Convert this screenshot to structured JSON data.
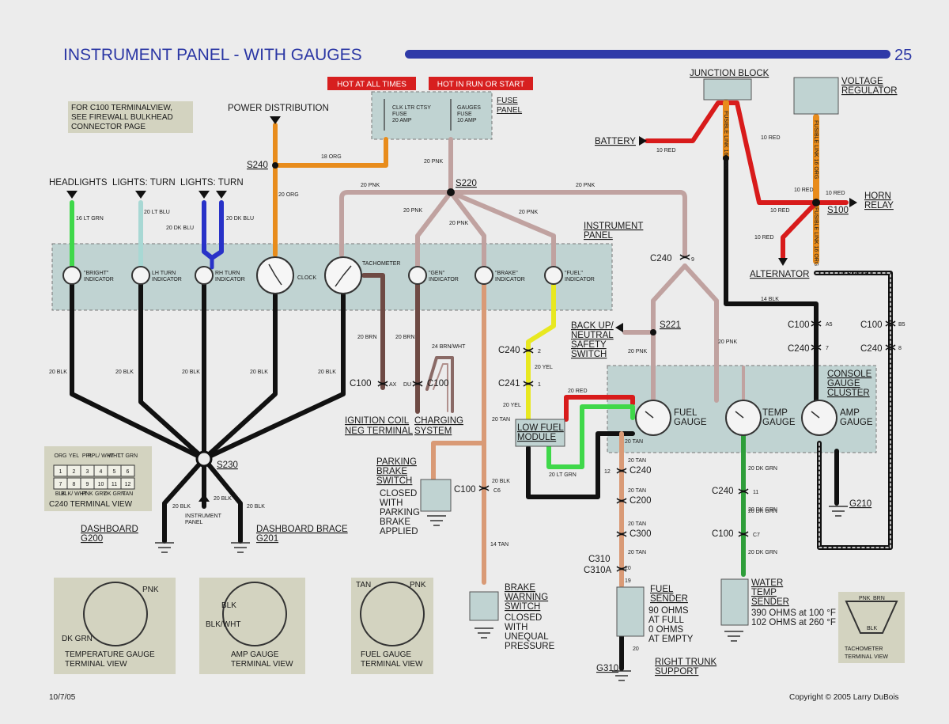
{
  "title": "INSTRUMENT PANEL -  WITH GAUGES",
  "page_number": "25",
  "date": "10/7/05",
  "copyright": "Copyright © 2005 Larry DuBois",
  "banners": {
    "hot_all": "HOT AT ALL TIMES",
    "hot_run": "HOT IN RUN OR START"
  },
  "note": [
    "FOR C100 TERMINALVIEW,",
    "SEE FIREWALL BULKHEAD",
    "CONNECTOR PAGE"
  ],
  "fuse": {
    "label": [
      "FUSE",
      "PANEL"
    ],
    "left": [
      "CLK LTR CTSY",
      "FUSE",
      "20 AMP"
    ],
    "right": [
      "GAUGES",
      "FUSE",
      "10 AMP"
    ]
  },
  "labels": {
    "power_distribution": "POWER DISTRIBUTION",
    "junction_block": "JUNCTION BLOCK",
    "voltage_regulator": [
      "VOLTAGE",
      "REGULATOR"
    ],
    "battery": "BATTERY",
    "horn_relay": [
      "HORN",
      "RELAY"
    ],
    "alternator": "ALTERNATOR",
    "headlights": "HEADLIGHTS",
    "lights_turn_1": "LIGHTS: TURN",
    "lights_turn_2": "LIGHTS: TURN",
    "instrument_panel": [
      "INSTRUMENT",
      "PANEL"
    ],
    "backup_switch": [
      "BACK UP/",
      "NEUTRAL",
      "SAFETY",
      "SWITCH"
    ],
    "console_cluster": [
      "CONSOLE",
      "GAUGE",
      "CLUSTER"
    ],
    "ignition_coil": [
      "IGNITION COIL",
      "NEG TERMINAL"
    ],
    "charging_system": [
      "CHARGING",
      "SYSTEM"
    ],
    "low_fuel_module": [
      "LOW FUEL",
      "MODULE"
    ],
    "parking_brake": [
      "PARKING",
      "BRAKE",
      "SWITCH"
    ],
    "parking_brake_note": [
      "CLOSED",
      "WITH",
      "PARKING",
      "BRAKE",
      "APPLIED"
    ],
    "brake_warning": [
      "BRAKE",
      "WARNING",
      "SWITCH"
    ],
    "brake_warning_note": [
      "CLOSED",
      "WITH",
      "UNEQUAL",
      "PRESSURE"
    ],
    "fuel_sender": [
      "FUEL",
      "SENDER"
    ],
    "fuel_sender_note": [
      "90 OHMS",
      "AT FULL",
      "0 OHMS",
      "AT EMPTY"
    ],
    "water_temp": [
      "WATER",
      "TEMP",
      "SENDER"
    ],
    "water_temp_note": [
      "390 OHMS at 100 °F",
      "102 OHMS at 260 °F"
    ],
    "right_trunk": [
      "RIGHT TRUNK",
      "SUPPORT"
    ],
    "dashboard": [
      "DASHBOARD",
      "G200"
    ],
    "dashboard_brace": [
      "DASHBOARD BRACE",
      "G201"
    ],
    "instrument_panel_gnd": [
      "INSTRUMENT",
      "PANEL"
    ],
    "fuel_gauge": [
      "FUEL",
      "GAUGE"
    ],
    "temp_gauge": [
      "TEMP",
      "GAUGE"
    ],
    "amp_gauge": [
      "AMP",
      "GAUGE"
    ]
  },
  "splices": {
    "s240": "S240",
    "s220": "S220",
    "s221": "S221",
    "s230": "S230",
    "s100": "S100"
  },
  "grounds": {
    "g210": "G210",
    "g310": "G310"
  },
  "connectors": {
    "c100_ax": "C100",
    "c100_du": "C100",
    "c100_c6": "C100",
    "c100_a5": "C100",
    "c100_b5": "C100",
    "c100_c7": "C100",
    "c240_top": "C240",
    "c240_fuel": "C240",
    "c241": "C241",
    "c240_sender": "C240",
    "c200": "C200",
    "c300": "C300",
    "c310": "C310",
    "c310a": "C310A",
    "c240_water": "C240",
    "c240_7": "C240",
    "c240_8": "C240"
  },
  "pins": {
    "ax": "AX",
    "du": "DU",
    "c6": "C6",
    "a5": "A5",
    "b5": "B5",
    "c7": "C7",
    "p2": "2",
    "p1": "1",
    "p9": "9",
    "p7": "7",
    "p8": "8",
    "p12": "12",
    "p11": "11",
    "p20": "20",
    "p20b": "20",
    "p19": "19"
  },
  "wires": {
    "w18org": "18 ORG",
    "w20org": "20 ORG",
    "w20pnk_a": "20 PNK",
    "w20pnk_b": "20 PNK",
    "w20pnk_c": "20 PNK",
    "w20pnk_d": "20 PNK",
    "w20pnk_e": "20 PNK",
    "w20pnk_f": "20 PNK",
    "w20pnk_g": "20 PNK",
    "w20pnk_h": "20 PNK",
    "w16ltgrn": "16 LT GRN",
    "w20ltblu": "20 LT BLU",
    "w20dkblu_a": "20 DK BLU",
    "w20dkblu_b": "20 DK BLU",
    "w10red_a": "10 RED",
    "w10red_b": "10 RED",
    "w10red_c": "10 RED",
    "w10red_d": "10 RED",
    "w10red_e": "10 RED",
    "w10red_f": "10 RED",
    "w14blkwht": "14 BLK/WHT",
    "w14blk": "14 BLK",
    "w20blk_1": "20 BLK",
    "w20blk_2": "20 BLK",
    "w20blk_3": "20 BLK",
    "w20blk_4": "20 BLK",
    "w20blk_5": "20 BLK",
    "w20blk_6": "20 BLK",
    "w20blk_7": "20 BLK",
    "w20blk_8": "20 BLK",
    "w20blk_9": "20 BLK",
    "w20brn_a": "20 BRN",
    "w20brn_b": "20 BRN",
    "w24brnwht": "24 BRN/WHT",
    "w20yel_a": "20 YEL",
    "w20yel_b": "20 YEL",
    "w20red": "20 RED",
    "w20ltgrn": "20 LT GRN",
    "w20tan_a": "20 TAN",
    "w20tan_b": "20 TAN",
    "w20tan_c": "20 TAN",
    "w20tan_d": "20 TAN",
    "w20tan_e": "20 TAN",
    "w20tan_f": "20 TAN",
    "w14tan": "14 TAN",
    "w20dkgrn_a": "20 DK GRN",
    "w20dkgrn_b": "20 DK GRN",
    "w20dkgrn_c": "20 DK GRN",
    "w20dkgrn_d": "20 DK GRN",
    "fusible_1": "FUSIBLE LINK 16 ORG",
    "fusible_2": "FUSIBLE LINK 16 ORG",
    "fusible_3": "FUSIBLE LINK 16 ORG"
  },
  "indicators": {
    "bright": [
      "\"BRIGHT\"",
      "INDICATOR"
    ],
    "lh_turn": [
      "LH TURN",
      "INDICATOR"
    ],
    "rh_turn": [
      "RH TURN",
      "INDICATOR"
    ],
    "clock": "CLOCK",
    "tach": "TACHOMETER",
    "gen": [
      "\"GEN\"",
      "INDICATOR"
    ],
    "brake": [
      "\"BRAKE\"",
      "INDICATOR"
    ],
    "fuel": [
      "\"FUEL\"",
      "INDICATOR"
    ]
  },
  "c240_view": {
    "title": "C240 TERMINAL VIEW",
    "top": [
      "ORG",
      "YEL",
      "PPL",
      "PPL/ WHT",
      "WHT",
      "LT GRN"
    ],
    "row1": [
      "1",
      "2",
      "3",
      "4",
      "5",
      "6"
    ],
    "row2": [
      "7",
      "8",
      "9",
      "10",
      "11",
      "12"
    ],
    "bottom": [
      "BLK",
      "BLK/ WHT",
      "PNK",
      "GRY",
      "DK GRN",
      "TAN"
    ]
  },
  "terminal_views": {
    "temp": {
      "title": [
        "TEMPERATURE GAUGE",
        "TERMINAL VIEW"
      ],
      "a": "PNK",
      "b": "DK GRN"
    },
    "amp": {
      "title": [
        "AMP GAUGE",
        "TERMINAL VIEW"
      ],
      "a": "BLK",
      "b": "BLK/WHT"
    },
    "fuel": {
      "title": [
        "FUEL GAUGE",
        "TERMINAL VIEW"
      ],
      "a": "TAN",
      "b": "PNK"
    },
    "tach": {
      "title": [
        "TACHOMETER",
        "TERMINAL VIEW"
      ],
      "a": "PNK",
      "b": "BRN",
      "c": "BLK"
    }
  },
  "colors": {
    "blue_bar": "#2f3aa8",
    "red_banner": "#d71f1f",
    "panel": "#c0d3d2",
    "wire_black": "#111111",
    "wire_pink": "#c0a2a0",
    "wire_orange": "#e88c1c",
    "wire_red": "#d81b1b"
  }
}
